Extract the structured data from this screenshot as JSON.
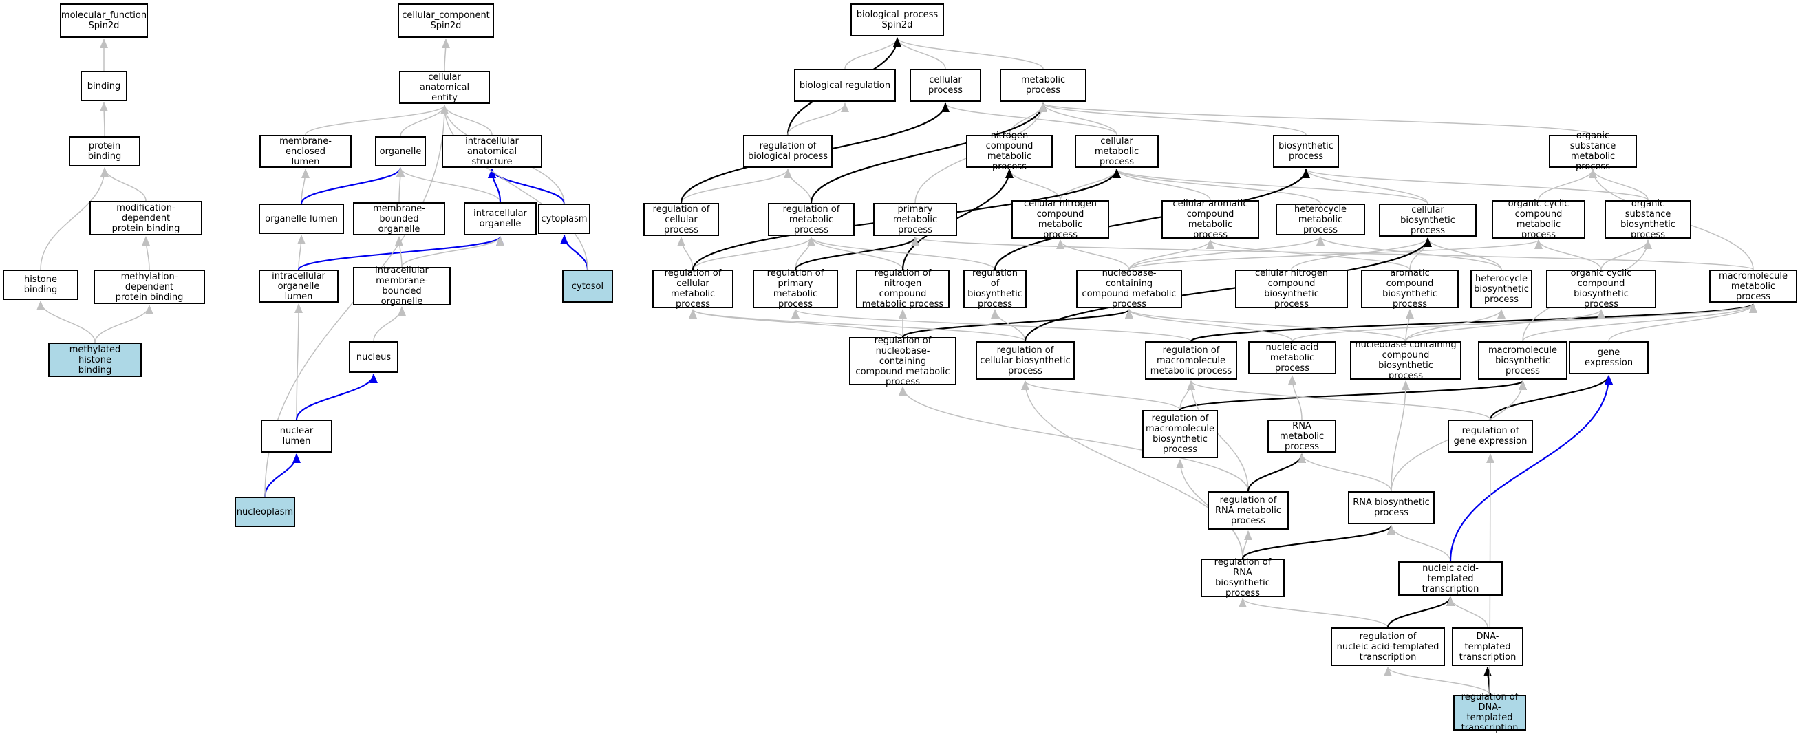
{
  "colors": {
    "leaf_fill": "#add8e6",
    "node_fill": "#ffffff",
    "edge_gray": "#c0c0c0",
    "edge_black": "#000000",
    "edge_blue": "#0000ee"
  },
  "nodes": [
    {
      "id": "mf_root",
      "label": "molecular_function\nSpin2d",
      "leaf": false
    },
    {
      "id": "binding",
      "label": "binding",
      "leaf": false
    },
    {
      "id": "protein_binding",
      "label": "protein binding",
      "leaf": false
    },
    {
      "id": "mod_dep_binding",
      "label": "modification-dependent\nprotein binding",
      "leaf": false
    },
    {
      "id": "histone_binding",
      "label": "histone binding",
      "leaf": false
    },
    {
      "id": "meth_dep_binding",
      "label": "methylation-dependent\nprotein binding",
      "leaf": false
    },
    {
      "id": "meth_histone_binding",
      "label": "methylated histone\nbinding",
      "leaf": true
    },
    {
      "id": "cc_root",
      "label": "cellular_component\nSpin2d",
      "leaf": false
    },
    {
      "id": "cell_anat_entity",
      "label": "cellular anatomical\nentity",
      "leaf": false
    },
    {
      "id": "membrane_enclosed_lumen",
      "label": "membrane-enclosed\nlumen",
      "leaf": false
    },
    {
      "id": "organelle",
      "label": "organelle",
      "leaf": false
    },
    {
      "id": "intracell_anat_struct",
      "label": "intracellular\nanatomical structure",
      "leaf": false
    },
    {
      "id": "organelle_lumen",
      "label": "organelle lumen",
      "leaf": false
    },
    {
      "id": "membrane_bounded_organelle",
      "label": "membrane-bounded\norganelle",
      "leaf": false
    },
    {
      "id": "intracellular_organelle",
      "label": "intracellular\norganelle",
      "leaf": false
    },
    {
      "id": "cytoplasm",
      "label": "cytoplasm",
      "leaf": false
    },
    {
      "id": "intracell_organelle_lumen",
      "label": "intracellular\norganelle lumen",
      "leaf": false
    },
    {
      "id": "intracell_mb_organelle",
      "label": "intracellular\nmembrane-bounded\norganelle",
      "leaf": false
    },
    {
      "id": "cytosol",
      "label": "cytosol",
      "leaf": true
    },
    {
      "id": "nucleus",
      "label": "nucleus",
      "leaf": false
    },
    {
      "id": "nuclear_lumen",
      "label": "nuclear lumen",
      "leaf": false
    },
    {
      "id": "nucleoplasm",
      "label": "nucleoplasm",
      "leaf": true
    },
    {
      "id": "bp_root",
      "label": "biological_process\nSpin2d",
      "leaf": false
    },
    {
      "id": "bio_regulation",
      "label": "biological regulation",
      "leaf": false
    },
    {
      "id": "cellular_process",
      "label": "cellular process",
      "leaf": false
    },
    {
      "id": "metabolic_process",
      "label": "metabolic process",
      "leaf": false
    },
    {
      "id": "reg_bio_process",
      "label": "regulation of\nbiological process",
      "leaf": false
    },
    {
      "id": "nitrogen_cmp_met",
      "label": "nitrogen compound\nmetabolic process",
      "leaf": false
    },
    {
      "id": "cellular_met",
      "label": "cellular metabolic\nprocess",
      "leaf": false
    },
    {
      "id": "biosynthetic_process",
      "label": "biosynthetic\nprocess",
      "leaf": false
    },
    {
      "id": "organic_subst_met",
      "label": "organic substance\nmetabolic process",
      "leaf": false
    },
    {
      "id": "reg_cellular_process",
      "label": "regulation of\ncellular process",
      "leaf": false
    },
    {
      "id": "reg_met_process",
      "label": "regulation of\nmetabolic process",
      "leaf": false
    },
    {
      "id": "primary_met",
      "label": "primary metabolic\nprocess",
      "leaf": false
    },
    {
      "id": "cell_nitrogen_cmp_met",
      "label": "cellular nitrogen\ncompound metabolic\nprocess",
      "leaf": false
    },
    {
      "id": "cell_aromatic_met",
      "label": "cellular aromatic\ncompound metabolic\nprocess",
      "leaf": false
    },
    {
      "id": "heterocycle_met",
      "label": "heterocycle\nmetabolic process",
      "leaf": false
    },
    {
      "id": "cell_biosynthetic",
      "label": "cellular biosynthetic\nprocess",
      "leaf": false
    },
    {
      "id": "organic_cyclic_met",
      "label": "organic cyclic\ncompound metabolic\nprocess",
      "leaf": false
    },
    {
      "id": "organic_subst_bios",
      "label": "organic substance\nbiosynthetic\nprocess",
      "leaf": false
    },
    {
      "id": "reg_cell_met",
      "label": "regulation of\ncellular metabolic\nprocess",
      "leaf": false
    },
    {
      "id": "reg_primary_met",
      "label": "regulation of\nprimary metabolic\nprocess",
      "leaf": false
    },
    {
      "id": "reg_nitrogen_met",
      "label": "regulation of\nnitrogen compound\nmetabolic process",
      "leaf": false
    },
    {
      "id": "reg_biosynthetic",
      "label": "regulation of\nbiosynthetic\nprocess",
      "leaf": false
    },
    {
      "id": "nucleobase_met",
      "label": "nucleobase-containing\ncompound metabolic\nprocess",
      "leaf": false
    },
    {
      "id": "cell_nitrogen_bios",
      "label": "cellular nitrogen\ncompound biosynthetic\nprocess",
      "leaf": false
    },
    {
      "id": "aromatic_bios",
      "label": "aromatic compound\nbiosynthetic\nprocess",
      "leaf": false
    },
    {
      "id": "heterocycle_bios",
      "label": "heterocycle\nbiosynthetic\nprocess",
      "leaf": false
    },
    {
      "id": "organic_cyclic_bios",
      "label": "organic cyclic\ncompound biosynthetic\nprocess",
      "leaf": false
    },
    {
      "id": "macromolecule_met",
      "label": "macromolecule\nmetabolic process",
      "leaf": false
    },
    {
      "id": "reg_nucleobase_met",
      "label": "regulation of\nnucleobase-containing\ncompound metabolic\nprocess",
      "leaf": false
    },
    {
      "id": "reg_cell_bios",
      "label": "regulation of\ncellular biosynthetic\nprocess",
      "leaf": false
    },
    {
      "id": "reg_macro_met",
      "label": "regulation of\nmacromolecule\nmetabolic process",
      "leaf": false
    },
    {
      "id": "nucleic_acid_met",
      "label": "nucleic acid\nmetabolic process",
      "leaf": false
    },
    {
      "id": "nucleobase_bios",
      "label": "nucleobase-containing\ncompound biosynthetic\nprocess",
      "leaf": false
    },
    {
      "id": "macromolecule_bios",
      "label": "macromolecule\nbiosynthetic\nprocess",
      "leaf": false
    },
    {
      "id": "gene_expression",
      "label": "gene expression",
      "leaf": false
    },
    {
      "id": "reg_macro_bios",
      "label": "regulation of\nmacromolecule\nbiosynthetic\nprocess",
      "leaf": false
    },
    {
      "id": "rna_met",
      "label": "RNA metabolic\nprocess",
      "leaf": false
    },
    {
      "id": "reg_gene_expr",
      "label": "regulation of\ngene expression",
      "leaf": false
    },
    {
      "id": "reg_rna_met",
      "label": "regulation of\nRNA metabolic\nprocess",
      "leaf": false
    },
    {
      "id": "rna_bios",
      "label": "RNA biosynthetic\nprocess",
      "leaf": false
    },
    {
      "id": "reg_rna_bios",
      "label": "regulation of\nRNA biosynthetic\nprocess",
      "leaf": false
    },
    {
      "id": "na_templated_transcr",
      "label": "nucleic acid-templated\ntranscription",
      "leaf": false
    },
    {
      "id": "reg_na_templated_transcr",
      "label": "regulation of\nnucleic acid-templated\ntranscription",
      "leaf": false
    },
    {
      "id": "dna_templated_transcr",
      "label": "DNA-templated\ntranscription",
      "leaf": false
    },
    {
      "id": "reg_dna_templated_transcr",
      "label": "regulation of\nDNA-templated\ntranscription",
      "leaf": true
    }
  ],
  "edges": [
    {
      "from": "binding",
      "to": "mf_root",
      "color": "gray"
    },
    {
      "from": "protein_binding",
      "to": "binding",
      "color": "gray"
    },
    {
      "from": "mod_dep_binding",
      "to": "protein_binding",
      "color": "gray"
    },
    {
      "from": "histone_binding",
      "to": "protein_binding",
      "color": "gray"
    },
    {
      "from": "meth_dep_binding",
      "to": "mod_dep_binding",
      "color": "gray"
    },
    {
      "from": "meth_histone_binding",
      "to": "histone_binding",
      "color": "gray"
    },
    {
      "from": "meth_histone_binding",
      "to": "meth_dep_binding",
      "color": "gray"
    },
    {
      "from": "cell_anat_entity",
      "to": "cc_root",
      "color": "gray"
    },
    {
      "from": "membrane_enclosed_lumen",
      "to": "cell_anat_entity",
      "color": "gray"
    },
    {
      "from": "organelle",
      "to": "cell_anat_entity",
      "color": "gray"
    },
    {
      "from": "intracell_anat_struct",
      "to": "cell_anat_entity",
      "color": "gray"
    },
    {
      "from": "organelle_lumen",
      "to": "membrane_enclosed_lumen",
      "color": "gray"
    },
    {
      "from": "organelle_lumen",
      "to": "organelle",
      "color": "blue"
    },
    {
      "from": "membrane_bounded_organelle",
      "to": "organelle",
      "color": "gray"
    },
    {
      "from": "intracellular_organelle",
      "to": "organelle",
      "color": "gray"
    },
    {
      "from": "intracellular_organelle",
      "to": "intracell_anat_struct",
      "color": "blue"
    },
    {
      "from": "cytoplasm",
      "to": "intracell_anat_struct",
      "color": "blue"
    },
    {
      "from": "cytoplasm",
      "to": "cell_anat_entity",
      "color": "gray"
    },
    {
      "from": "cytosol",
      "to": "cytoplasm",
      "color": "blue"
    },
    {
      "from": "cytosol",
      "to": "cell_anat_entity",
      "color": "gray"
    },
    {
      "from": "intracell_organelle_lumen",
      "to": "organelle_lumen",
      "color": "gray"
    },
    {
      "from": "intracell_organelle_lumen",
      "to": "intracellular_organelle",
      "color": "blue"
    },
    {
      "from": "intracell_mb_organelle",
      "to": "membrane_bounded_organelle",
      "color": "gray"
    },
    {
      "from": "intracell_mb_organelle",
      "to": "intracellular_organelle",
      "color": "gray"
    },
    {
      "from": "nucleus",
      "to": "intracell_mb_organelle",
      "color": "gray"
    },
    {
      "from": "nuclear_lumen",
      "to": "intracell_organelle_lumen",
      "color": "gray"
    },
    {
      "from": "nuclear_lumen",
      "to": "nucleus",
      "color": "blue"
    },
    {
      "from": "nucleoplasm",
      "to": "nuclear_lumen",
      "color": "blue"
    },
    {
      "from": "nucleoplasm",
      "to": "cell_anat_entity",
      "color": "gray"
    },
    {
      "from": "bio_regulation",
      "to": "bp_root",
      "color": "gray"
    },
    {
      "from": "cellular_process",
      "to": "bp_root",
      "color": "gray"
    },
    {
      "from": "metabolic_process",
      "to": "bp_root",
      "color": "gray"
    },
    {
      "from": "reg_bio_process",
      "to": "bp_root",
      "color": "black"
    },
    {
      "from": "reg_bio_process",
      "to": "bio_regulation",
      "color": "gray"
    },
    {
      "from": "nitrogen_cmp_met",
      "to": "metabolic_process",
      "color": "gray"
    },
    {
      "from": "cellular_met",
      "to": "metabolic_process",
      "color": "gray"
    },
    {
      "from": "cellular_met",
      "to": "cellular_process",
      "color": "gray"
    },
    {
      "from": "biosynthetic_process",
      "to": "metabolic_process",
      "color": "gray"
    },
    {
      "from": "organic_subst_met",
      "to": "metabolic_process",
      "color": "gray"
    },
    {
      "from": "reg_cellular_process",
      "to": "reg_bio_process",
      "color": "gray"
    },
    {
      "from": "reg_cellular_process",
      "to": "cellular_process",
      "color": "black"
    },
    {
      "from": "reg_met_process",
      "to": "reg_bio_process",
      "color": "gray"
    },
    {
      "from": "reg_met_process",
      "to": "metabolic_process",
      "color": "black"
    },
    {
      "from": "primary_met",
      "to": "metabolic_process",
      "color": "gray"
    },
    {
      "from": "cell_nitrogen_cmp_met",
      "to": "nitrogen_cmp_met",
      "color": "gray"
    },
    {
      "from": "cell_nitrogen_cmp_met",
      "to": "cellular_met",
      "color": "gray"
    },
    {
      "from": "cell_aromatic_met",
      "to": "cellular_met",
      "color": "gray"
    },
    {
      "from": "heterocycle_met",
      "to": "cellular_met",
      "color": "gray"
    },
    {
      "from": "cell_biosynthetic",
      "to": "cellular_met",
      "color": "gray"
    },
    {
      "from": "cell_biosynthetic",
      "to": "biosynthetic_process",
      "color": "gray"
    },
    {
      "from": "organic_cyclic_met",
      "to": "organic_subst_met",
      "color": "gray"
    },
    {
      "from": "organic_subst_bios",
      "to": "organic_subst_met",
      "color": "gray"
    },
    {
      "from": "organic_subst_bios",
      "to": "biosynthetic_process",
      "color": "gray"
    },
    {
      "from": "reg_cell_met",
      "to": "reg_cellular_process",
      "color": "gray"
    },
    {
      "from": "reg_cell_met",
      "to": "reg_met_process",
      "color": "gray"
    },
    {
      "from": "reg_cell_met",
      "to": "cellular_met",
      "color": "black"
    },
    {
      "from": "reg_primary_met",
      "to": "reg_met_process",
      "color": "gray"
    },
    {
      "from": "reg_primary_met",
      "to": "primary_met",
      "color": "black"
    },
    {
      "from": "reg_nitrogen_met",
      "to": "reg_met_process",
      "color": "gray"
    },
    {
      "from": "reg_nitrogen_met",
      "to": "nitrogen_cmp_met",
      "color": "black"
    },
    {
      "from": "reg_biosynthetic",
      "to": "reg_met_process",
      "color": "gray"
    },
    {
      "from": "reg_biosynthetic",
      "to": "biosynthetic_process",
      "color": "black"
    },
    {
      "from": "nucleobase_met",
      "to": "cell_nitrogen_cmp_met",
      "color": "gray"
    },
    {
      "from": "nucleobase_met",
      "to": "cell_aromatic_met",
      "color": "gray"
    },
    {
      "from": "nucleobase_met",
      "to": "heterocycle_met",
      "color": "gray"
    },
    {
      "from": "nucleobase_met",
      "to": "organic_cyclic_met",
      "color": "gray"
    },
    {
      "from": "cell_nitrogen_bios",
      "to": "cell_biosynthetic",
      "color": "gray"
    },
    {
      "from": "aromatic_bios",
      "to": "cell_biosynthetic",
      "color": "gray"
    },
    {
      "from": "aromatic_bios",
      "to": "cell_aromatic_met",
      "color": "gray"
    },
    {
      "from": "heterocycle_bios",
      "to": "cell_biosynthetic",
      "color": "gray"
    },
    {
      "from": "heterocycle_bios",
      "to": "heterocycle_met",
      "color": "gray"
    },
    {
      "from": "organic_cyclic_bios",
      "to": "organic_cyclic_met",
      "color": "gray"
    },
    {
      "from": "organic_cyclic_bios",
      "to": "organic_subst_bios",
      "color": "gray"
    },
    {
      "from": "macromolecule_met",
      "to": "organic_subst_met",
      "color": "gray"
    },
    {
      "from": "macromolecule_met",
      "to": "primary_met",
      "color": "gray"
    },
    {
      "from": "reg_nucleobase_met",
      "to": "reg_cell_met",
      "color": "gray"
    },
    {
      "from": "reg_nucleobase_met",
      "to": "reg_nitrogen_met",
      "color": "gray"
    },
    {
      "from": "reg_nucleobase_met",
      "to": "nucleobase_met",
      "color": "black"
    },
    {
      "from": "reg_cell_bios",
      "to": "reg_cell_met",
      "color": "gray"
    },
    {
      "from": "reg_cell_bios",
      "to": "reg_biosynthetic",
      "color": "gray"
    },
    {
      "from": "reg_cell_bios",
      "to": "cell_biosynthetic",
      "color": "black"
    },
    {
      "from": "reg_macro_met",
      "to": "reg_primary_met",
      "color": "gray"
    },
    {
      "from": "reg_macro_met",
      "to": "macromolecule_met",
      "color": "black"
    },
    {
      "from": "nucleic_acid_met",
      "to": "nucleobase_met",
      "color": "gray"
    },
    {
      "from": "nucleic_acid_met",
      "to": "macromolecule_met",
      "color": "gray"
    },
    {
      "from": "nucleobase_bios",
      "to": "nucleobase_met",
      "color": "gray"
    },
    {
      "from": "nucleobase_bios",
      "to": "aromatic_bios",
      "color": "gray"
    },
    {
      "from": "nucleobase_bios",
      "to": "heterocycle_bios",
      "color": "gray"
    },
    {
      "from": "nucleobase_bios",
      "to": "organic_cyclic_bios",
      "color": "gray"
    },
    {
      "from": "macromolecule_bios",
      "to": "macromolecule_met",
      "color": "gray"
    },
    {
      "from": "macromolecule_bios",
      "to": "organic_subst_bios",
      "color": "gray"
    },
    {
      "from": "gene_expression",
      "to": "macromolecule_met",
      "color": "gray"
    },
    {
      "from": "reg_macro_bios",
      "to": "reg_macro_met",
      "color": "gray"
    },
    {
      "from": "reg_macro_bios",
      "to": "reg_cell_bios",
      "color": "gray"
    },
    {
      "from": "reg_macro_bios",
      "to": "macromolecule_bios",
      "color": "black"
    },
    {
      "from": "rna_met",
      "to": "nucleic_acid_met",
      "color": "gray"
    },
    {
      "from": "reg_gene_expr",
      "to": "reg_macro_met",
      "color": "gray"
    },
    {
      "from": "reg_gene_expr",
      "to": "gene_expression",
      "color": "black"
    },
    {
      "from": "reg_rna_met",
      "to": "reg_nucleobase_met",
      "color": "gray"
    },
    {
      "from": "reg_rna_met",
      "to": "reg_macro_met",
      "color": "gray"
    },
    {
      "from": "reg_rna_met",
      "to": "rna_met",
      "color": "black"
    },
    {
      "from": "rna_bios",
      "to": "rna_met",
      "color": "gray"
    },
    {
      "from": "rna_bios",
      "to": "nucleobase_bios",
      "color": "gray"
    },
    {
      "from": "rna_bios",
      "to": "macromolecule_bios",
      "color": "gray"
    },
    {
      "from": "reg_rna_bios",
      "to": "reg_rna_met",
      "color": "gray"
    },
    {
      "from": "reg_rna_bios",
      "to": "reg_macro_bios",
      "color": "gray"
    },
    {
      "from": "reg_rna_bios",
      "to": "reg_cell_bios",
      "color": "gray"
    },
    {
      "from": "reg_rna_bios",
      "to": "rna_bios",
      "color": "black"
    },
    {
      "from": "na_templated_transcr",
      "to": "rna_bios",
      "color": "gray"
    },
    {
      "from": "na_templated_transcr",
      "to": "gene_expression",
      "color": "blue"
    },
    {
      "from": "reg_na_templated_transcr",
      "to": "reg_rna_bios",
      "color": "gray"
    },
    {
      "from": "reg_na_templated_transcr",
      "to": "na_templated_transcr",
      "color": "black"
    },
    {
      "from": "dna_templated_transcr",
      "to": "na_templated_transcr",
      "color": "gray"
    },
    {
      "from": "reg_dna_templated_transcr",
      "to": "reg_na_templated_transcr",
      "color": "gray"
    },
    {
      "from": "reg_dna_templated_transcr",
      "to": "dna_templated_transcr",
      "color": "black"
    },
    {
      "from": "reg_dna_templated_transcr",
      "to": "reg_gene_expr",
      "color": "gray"
    }
  ]
}
